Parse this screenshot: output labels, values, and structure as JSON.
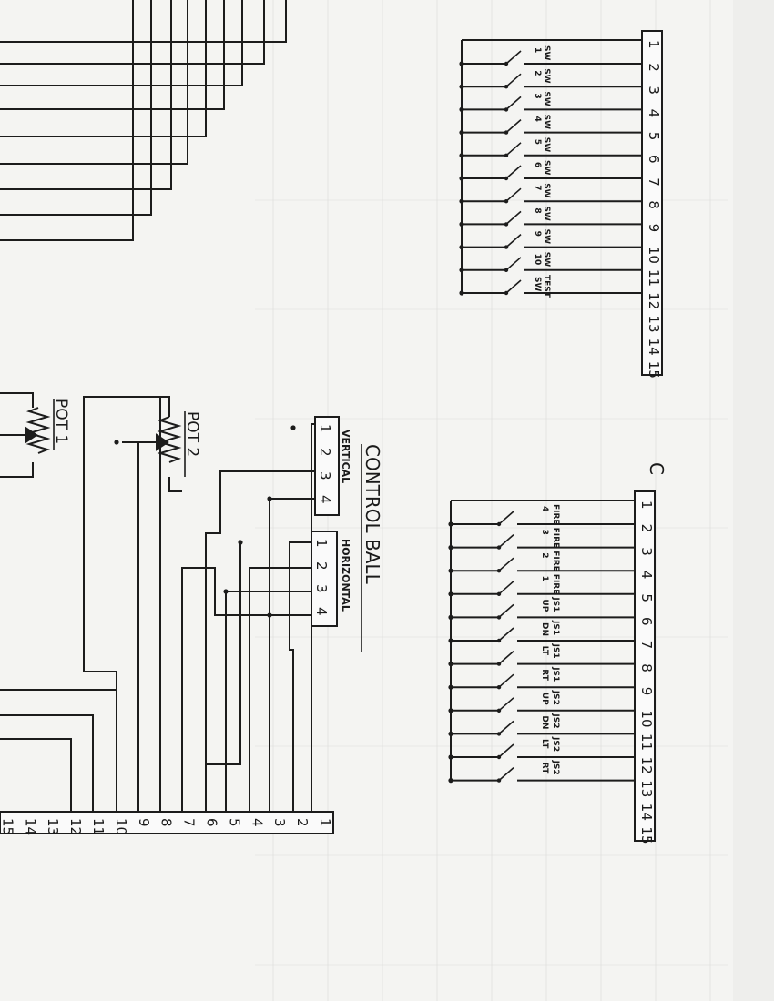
{
  "connector_a": {
    "pins": [
      "1",
      "2",
      "3",
      "4",
      "5",
      "6",
      "7",
      "8",
      "9",
      "10",
      "11",
      "12",
      "13",
      "14",
      "15"
    ],
    "switches": [
      [
        "SW",
        "1"
      ],
      [
        "SW",
        "2"
      ],
      [
        "SW",
        "3"
      ],
      [
        "SW",
        "4"
      ],
      [
        "SW",
        "5"
      ],
      [
        "SW",
        "6"
      ],
      [
        "SW",
        "7"
      ],
      [
        "SW",
        "8"
      ],
      [
        "SW",
        "9"
      ],
      [
        "SW",
        "10"
      ],
      [
        "TEST",
        "SW"
      ]
    ]
  },
  "connector_c": {
    "label": "C",
    "pins": [
      "1",
      "2",
      "3",
      "4",
      "5",
      "6",
      "7",
      "8",
      "9",
      "10",
      "11",
      "12",
      "13",
      "14",
      "15"
    ],
    "inputs": [
      [
        "FIRE",
        "4"
      ],
      [
        "FIRE",
        "3"
      ],
      [
        "FIRE",
        "2"
      ],
      [
        "FIRE",
        "1"
      ],
      [
        "JS1",
        "UP"
      ],
      [
        "JS1",
        "DN"
      ],
      [
        "JS1",
        "LT"
      ],
      [
        "JS1",
        "RT"
      ],
      [
        "JS2",
        "UP"
      ],
      [
        "JS2",
        "DN"
      ],
      [
        "JS2",
        "LT"
      ],
      [
        "JS2",
        "RT"
      ]
    ]
  },
  "control_ball": {
    "title": "CONTROL BALL",
    "vertical": {
      "label": "VERTICAL",
      "pins": [
        "1",
        "2",
        "3",
        "4"
      ]
    },
    "horizontal": {
      "label": "HORIZONTAL",
      "pins": [
        "1",
        "2",
        "3",
        "4"
      ]
    }
  },
  "pots": [
    {
      "label": "POT 1"
    },
    {
      "label": "POT 2"
    }
  ],
  "main_connector": {
    "pins": [
      "1",
      "2",
      "3",
      "4",
      "5",
      "6",
      "7",
      "8",
      "9",
      "10",
      "11",
      "12",
      "13",
      "14",
      "15"
    ]
  }
}
